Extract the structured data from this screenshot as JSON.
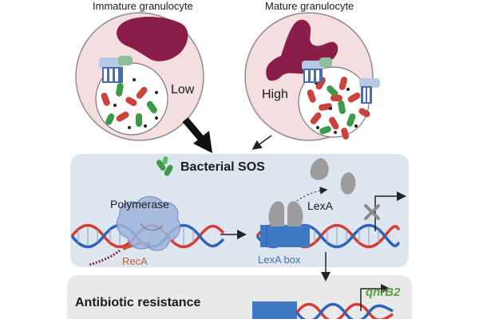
{
  "cells": {
    "immature": {
      "title": "Immature granulocyte",
      "level": "Low"
    },
    "mature": {
      "title": "Mature granulocyte",
      "level": "High"
    }
  },
  "sos_panel": {
    "title": "Bacterial SOS",
    "polymerase_label": "Polymerase",
    "reca_label": "RecA",
    "lexa_label": "LexA",
    "lexa_box_label": "LexA box"
  },
  "resistance_panel": {
    "title": "Antibiotic resistance",
    "gene_label": "qnrB2"
  },
  "colors": {
    "cell_fill": "#f4dee0",
    "cell_border": "#8e8e8e",
    "nucleus": "#8a1e4a",
    "bacteria_red": "#c9443c",
    "bacteria_green": "#3c9a4a",
    "sos_panel_bg": "#dde6ef",
    "resistance_panel_bg": "#e9e9e9",
    "dna_red": "#d43c34",
    "dna_blue": "#2b63b8",
    "lexa_box_blue": "#3f78c4",
    "polymerase_blue": "#9fb4dc",
    "lexa_grey": "#9c9c9c",
    "gene_green": "#5c9b3a"
  }
}
